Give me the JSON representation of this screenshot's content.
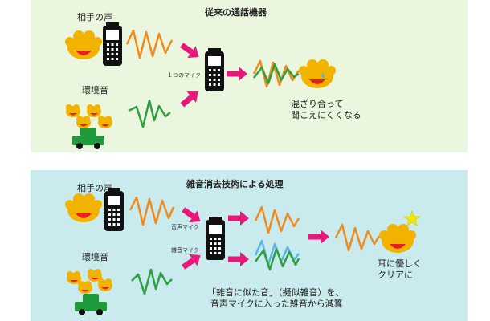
{
  "top": {
    "title": "従来の通話機器",
    "speaker_label": "相手の声",
    "environment_label": "環境音",
    "mic_label": "１つのマイク",
    "result_line1": "混ざり合って",
    "result_line2": "聞こえにくくなる"
  },
  "bottom": {
    "title": "雑音消去技術による処理",
    "speaker_label": "相手の声",
    "environment_label": "環境音",
    "voice_mic_label": "音声マイク",
    "noise_mic_label": "雑音マイク",
    "caption_line1": "「雑音に似た音」（擬似雑音）を、",
    "caption_line2": "音声マイクに入った雑音から減算",
    "result_line1": "耳に優しく",
    "result_line2": "クリアに"
  },
  "colors": {
    "voice_wave": "#f08a1e",
    "noise_wave": "#2e9e3e",
    "pseudo_noise_wave": "#5ab4e8",
    "arrow": "#e8187a",
    "face": "#f2b300",
    "phone": "#111111",
    "car": "#1f9a3a",
    "star": "#f5e600"
  }
}
